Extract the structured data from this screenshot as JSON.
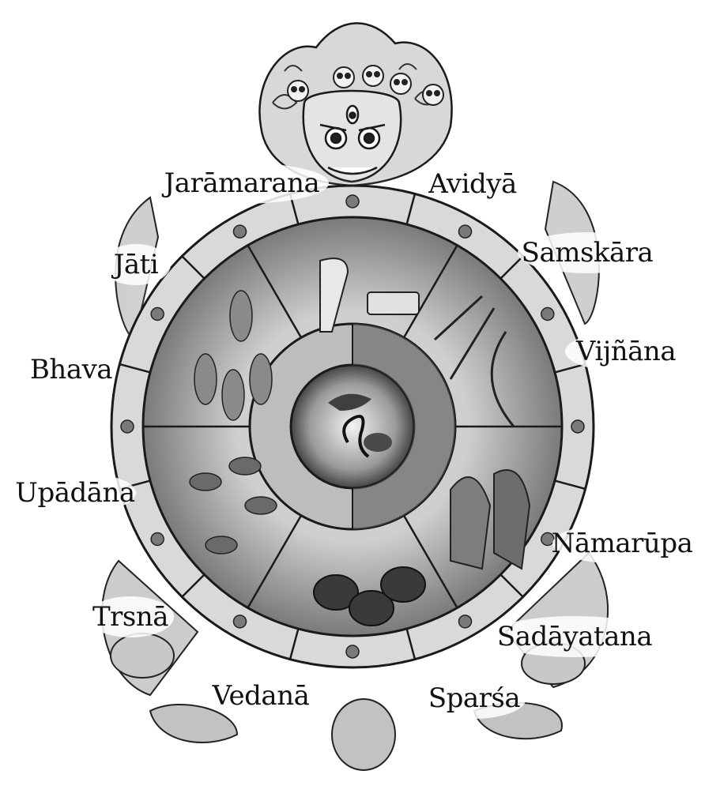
{
  "labels": {
    "avidya": "Avidyā",
    "samskara": "Samskāra",
    "vijnana": "Vijñāna",
    "namarupa": "Nāmarūpa",
    "sadayatana": "Sadāyatana",
    "sparsa": "Sparśa",
    "vedana": "Vedanā",
    "trsna": "Trsnā",
    "upadana": "Upādāna",
    "bhava": "Bhava",
    "jati": "Jāti",
    "jaramarana": "Jarāmarana"
  },
  "colors": {
    "ink": "#111111",
    "wheel_light": "#e6e6e6",
    "wheel_mid": "#bdbdbd",
    "wheel_dark": "#4a4a4a",
    "creature": "#d0d0d0"
  },
  "icons": [
    "monster-head-icon",
    "skull-crown-icon",
    "harp-icon",
    "book-icon",
    "swords-icon",
    "bow-arrow-icon",
    "animals-icon",
    "cauldrons-icon",
    "rooster-snake-pig-icon",
    "hands-icon",
    "feet-icon"
  ]
}
